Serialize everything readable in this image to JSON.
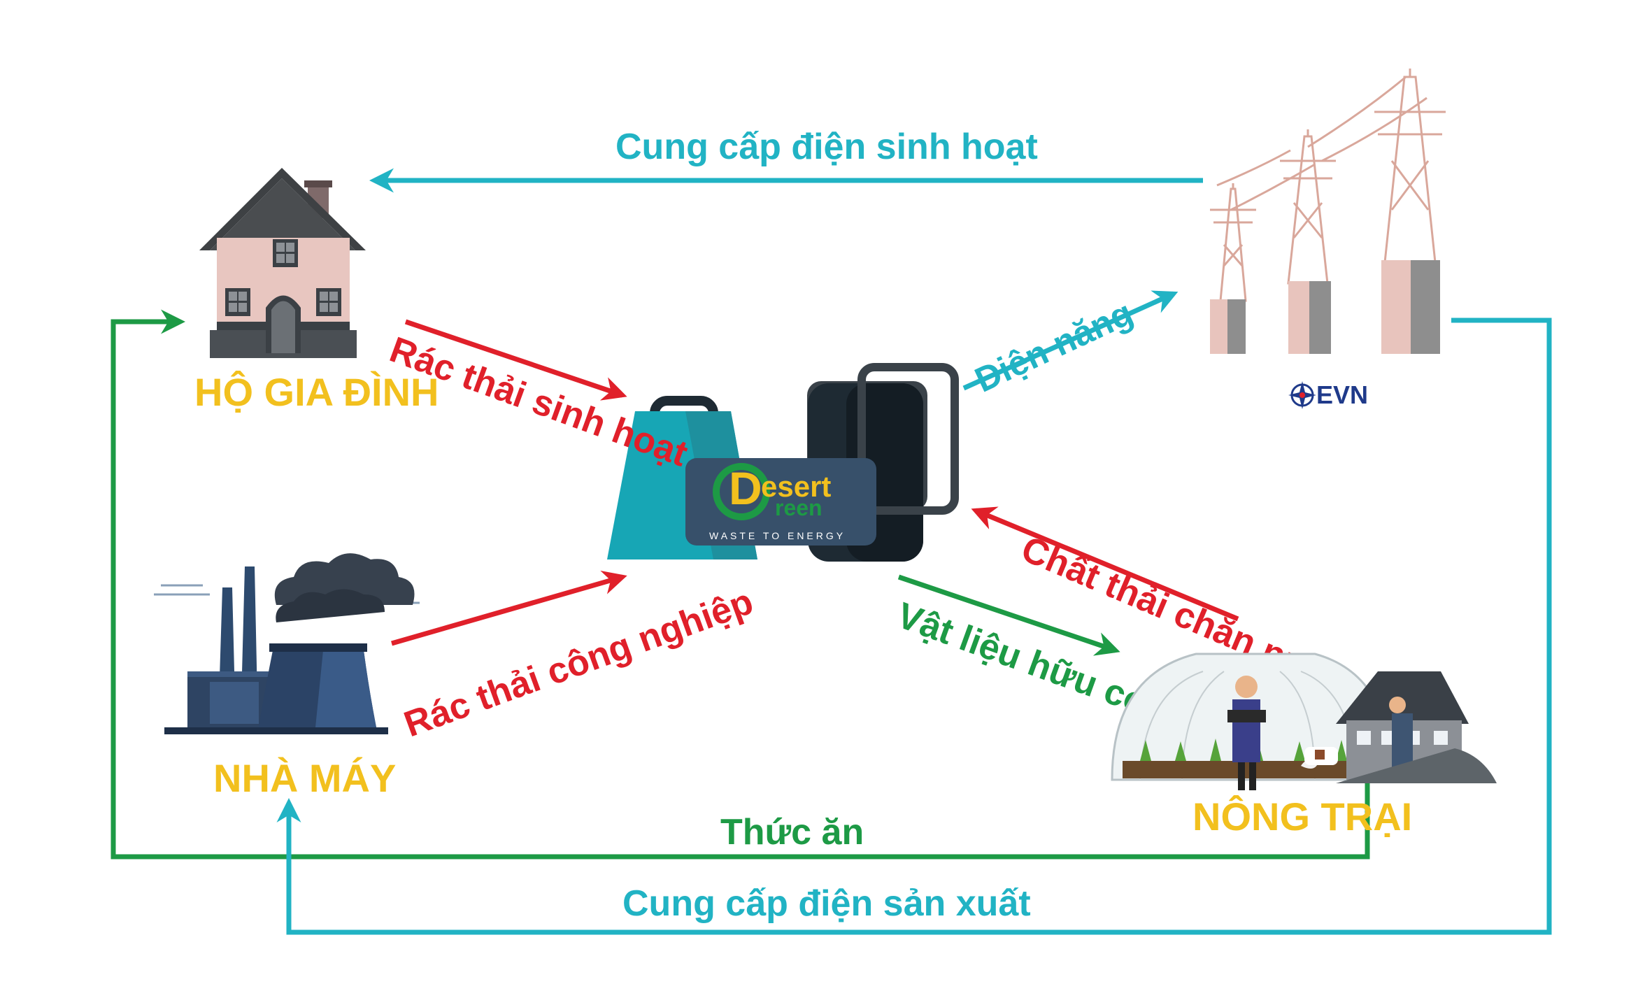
{
  "nodes": {
    "household": "HỘ GIA ĐÌNH",
    "factory": "NHÀ MÁY",
    "farm": "NÔNG TRẠI"
  },
  "flows": {
    "household_power": "Cung cấp điện sinh hoạt",
    "household_waste": "Rác thải sinh hoạt",
    "industrial_waste": "Rác thải công nghiệp",
    "electricity": "Điện năng",
    "livestock_waste": "Chất thải chăn nuôi",
    "organic_material": "Vật liệu hữu cơ",
    "food": "Thức ăn",
    "production_power": "Cung cấp điện sản xuất"
  },
  "logo": {
    "brand_top": "esert",
    "brand_bottom": "reen",
    "tagline": "WASTE TO ENERGY",
    "evn": "EVN"
  },
  "colors": {
    "cyan": "#21b3c4",
    "red": "#e0202a",
    "green": "#1d9a45",
    "yellow": "#f2c01e",
    "dark": "#1e2a33"
  }
}
